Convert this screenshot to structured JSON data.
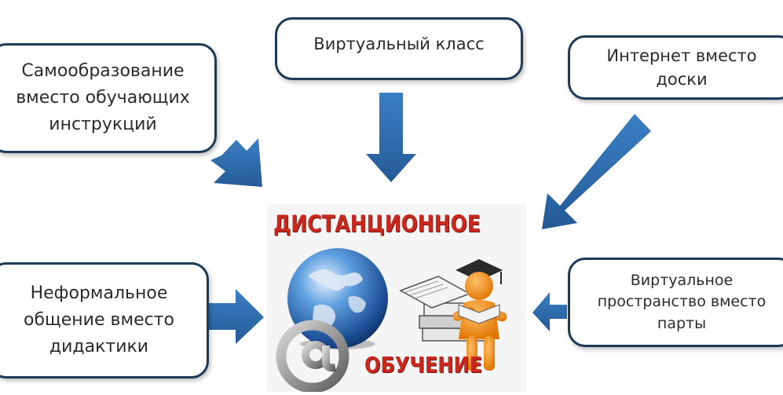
{
  "boxes": {
    "self_education": {
      "line1": "Самообразование",
      "line2": "вместо обучающих",
      "line3": "инструкций"
    },
    "virtual_class": {
      "line1": "Виртуальный класс"
    },
    "internet": {
      "line1": "Интернет вместо",
      "line2": "доски"
    },
    "informal": {
      "line1": "Неформальное",
      "line2": "общение вместо",
      "line3": "дидактики"
    },
    "virtual_space": {
      "line1": "Виртуальное",
      "line2": "пространство вместо",
      "line3": "парты"
    }
  },
  "center": {
    "title_top": "ДИСТАНЦИОННОЕ",
    "title_bottom": "ОБУЧЕНИЕ"
  },
  "colors": {
    "arrow": "#2e6bb0",
    "box_border": "#1d3a57",
    "title": "#c8281e"
  },
  "icons": [
    "globe-icon",
    "at-sign-icon",
    "books-icon",
    "graduate-figure-icon"
  ]
}
